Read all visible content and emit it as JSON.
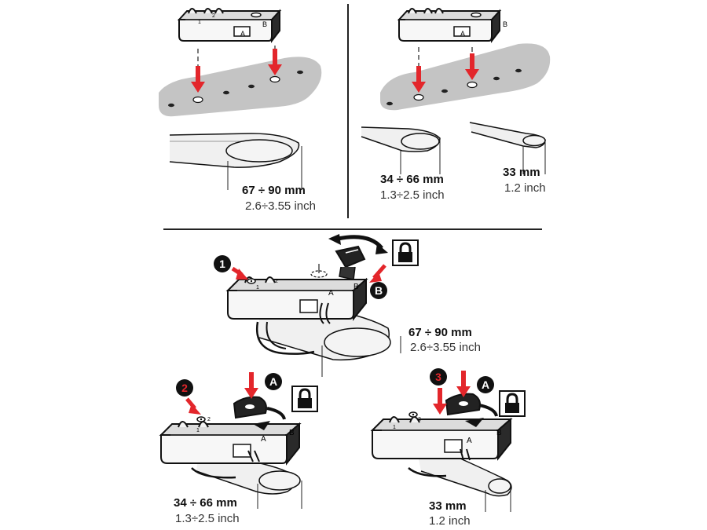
{
  "colors": {
    "arrow": "#e3262b",
    "plate": "#c4c4c4",
    "outline": "#111111",
    "bar": "#eeeeee"
  },
  "icons": [
    "lock-icon",
    "down-arrow-icon",
    "rotate-arrow-icon",
    "clamp-part-icon",
    "roof-bar-icon"
  ],
  "panels": {
    "top_left": {
      "bar_mm": "67 ÷ 90 mm",
      "bar_inch": "2.6÷3.55 inch"
    },
    "top_right": {
      "bar1_mm": "34 ÷ 66 mm",
      "bar1_inch": "1.3÷2.5 inch",
      "bar2_mm": "33 mm",
      "bar2_inch": "1.2 inch"
    },
    "middle": {
      "step": "1",
      "rotate_label": "B",
      "bar_mm": "67 ÷ 90 mm",
      "bar_inch": "2.6÷3.55 inch"
    },
    "bottom_left": {
      "step": "2",
      "press_label": "A",
      "bar_mm": "34 ÷ 66 mm",
      "bar_inch": "1.3÷2.5 inch"
    },
    "bottom_right": {
      "step": "3",
      "press_label": "A",
      "bar_mm": "33 mm",
      "bar_inch": "1.2 inch"
    }
  },
  "part_labels": {
    "a": "A",
    "b": "B",
    "slot1": "1",
    "slot2": "2"
  }
}
